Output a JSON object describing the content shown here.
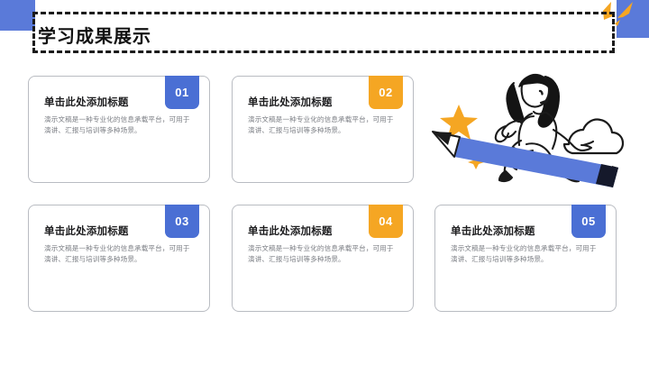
{
  "slide": {
    "title": "学习成果展示",
    "background_color": "#ffffff"
  },
  "decor": {
    "corner_block_color": "#5a7ad9",
    "spark_color": "#f5a623",
    "title_frame_style": "dashed",
    "title_frame_color": "#1b1b1b"
  },
  "colors": {
    "blue": "#4a6fd4",
    "orange": "#f5a623",
    "card_border": "#b9bcc2",
    "title_text": "#1d1d1f",
    "body_text": "#7c7f85"
  },
  "cards": [
    {
      "number": "01",
      "badge_color": "blue",
      "title": "单击此处添加标题",
      "body": "演示文稿是一种专业化的信息承载平台，可用于演讲、汇报与培训等多种场景。"
    },
    {
      "number": "02",
      "badge_color": "orange",
      "title": "单击此处添加标题",
      "body": "演示文稿是一种专业化的信息承载平台，可用于演讲、汇报与培训等多种场景。"
    },
    {
      "number": "03",
      "badge_color": "blue",
      "title": "单击此处添加标题",
      "body": "演示文稿是一种专业化的信息承载平台，可用于演讲、汇报与培训等多种场景。"
    },
    {
      "number": "04",
      "badge_color": "orange",
      "title": "单击此处添加标题",
      "body": "演示文稿是一种专业化的信息承载平台，可用于演讲、汇报与培训等多种场景。"
    },
    {
      "number": "05",
      "badge_color": "blue",
      "title": "单击此处添加标题",
      "body": "演示文稿是一种专业化的信息承载平台，可用于演讲、汇报与培训等多种场景。"
    }
  ],
  "illustration": {
    "name": "woman-riding-pencil",
    "pencil_color": "#4a6fd4",
    "star_color": "#f5a623",
    "line_color": "#1b1b1b",
    "elements": [
      "star-icon",
      "sparkle-icon",
      "pencil-icon",
      "woman-figure",
      "cloud-icon"
    ]
  }
}
